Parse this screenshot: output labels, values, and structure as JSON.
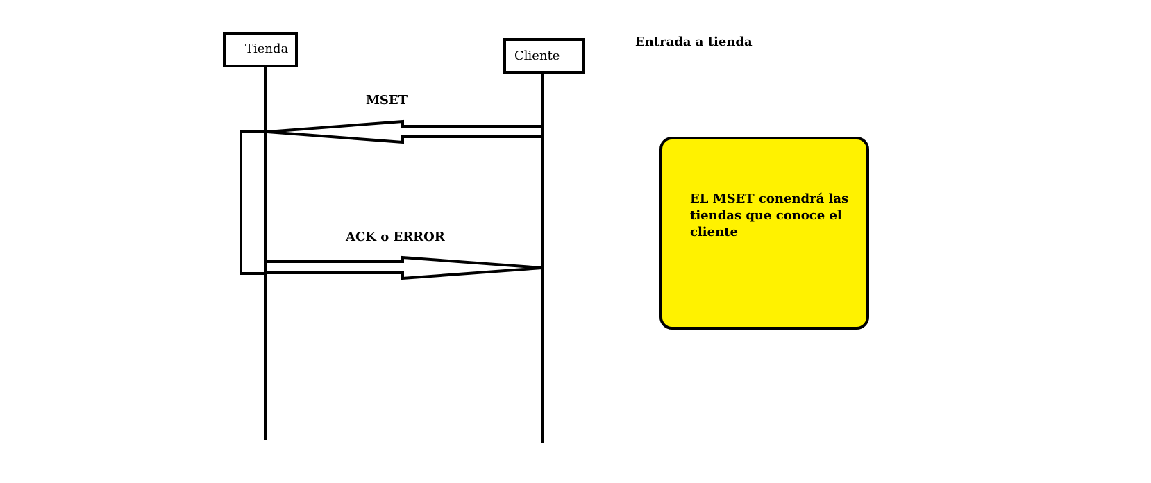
{
  "diagram": {
    "title": "Entrada a tienda",
    "actors": [
      {
        "id": "tienda",
        "label": "Tienda"
      },
      {
        "id": "cliente",
        "label": "Cliente"
      }
    ],
    "messages": [
      {
        "label": "MSET",
        "from": "Cliente",
        "to": "Tienda"
      },
      {
        "label": "ACK o ERROR",
        "from": "Tienda",
        "to": "Cliente"
      }
    ],
    "note": {
      "text": "EL MSET conendrá las tiendas que conoce el cliente",
      "color": "#fff200"
    }
  }
}
